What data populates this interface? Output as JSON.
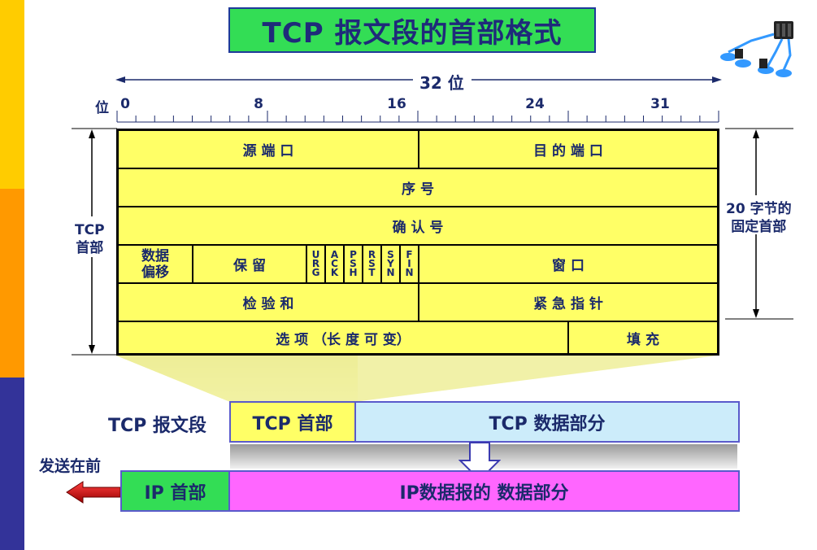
{
  "title": "TCP 报文段的首部格式",
  "bits_label": "32 位",
  "bit_axis_label": "位",
  "bit_ticks": [
    "0",
    "8",
    "16",
    "24",
    "31"
  ],
  "left_brace_label": [
    "TCP",
    "首部"
  ],
  "right_brace_label": [
    "20 字节的",
    "固定首部"
  ],
  "header_fields": {
    "src_port": "源 端 口",
    "dst_port": "目 的 端 口",
    "seq": "序   号",
    "ack_num": "确   认   号",
    "data_offset": [
      "数据",
      "偏移"
    ],
    "reserved": "保   留",
    "flags": [
      [
        "U",
        "R",
        "G"
      ],
      [
        "A",
        "C",
        "K"
      ],
      [
        "P",
        "S",
        "H"
      ],
      [
        "R",
        "S",
        "T"
      ],
      [
        "S",
        "Y",
        "N"
      ],
      [
        "F",
        "I",
        "N"
      ]
    ],
    "window": "窗   口",
    "checksum": "检   验   和",
    "urgent_ptr": "紧   急   指   针",
    "options": "选   项  （长 度 可 变）",
    "padding": "填    充"
  },
  "segment_label": "TCP 报文段",
  "tcp_header_box": "TCP 首部",
  "tcp_data_box": "TCP 数据部分",
  "send_first_label": "发送在前",
  "ip_header_box": "IP 首部",
  "ip_data_box": "IP数据报的 数据部分",
  "colors": {
    "header_fill": "#ffff66",
    "title_fill": "#33dd55",
    "tcp_data_fill": "#ccecfa",
    "ip_header_fill": "#33dd55",
    "ip_data_fill": "#ff66ff",
    "text": "#1b2a6b",
    "arrow": "#cc0000"
  }
}
